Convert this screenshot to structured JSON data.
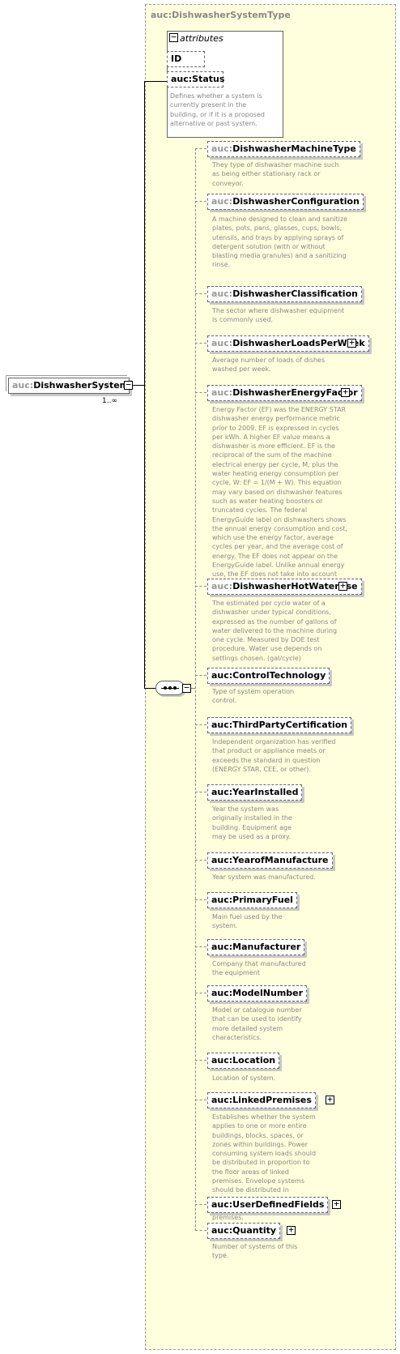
{
  "type_title": "auc:DishwasherSystemType",
  "root": {
    "prefix": "auc:",
    "name": "DishwasherSystem",
    "cardinality": "1..∞"
  },
  "attributes": {
    "title": "attributes",
    "items": [
      {
        "name": "ID"
      },
      {
        "name": "auc:Status",
        "desc": "Defines whether a system is currently present in the building, or if it is a proposed alternative or past system."
      }
    ]
  },
  "toggle_minus": "−",
  "toggle_plus": "+",
  "sequence": [
    {
      "prefix": "auc:",
      "name": "DishwasherMachineType",
      "desc": "They type of dishwasher machine such as being either stationary rack or conveyor."
    },
    {
      "prefix": "auc:",
      "name": "DishwasherConfiguration",
      "desc": "A machine designed to clean and sanitize plates, pots, pans, glasses, cups, bowls, utensils, and trays by applying sprays of detergent solution (with or without blasting media granules) and a sanitizing rinse."
    },
    {
      "prefix": "auc:",
      "name": "DishwasherClassification",
      "desc": "The sector where dishwasher equipment is commonly used."
    },
    {
      "prefix": "auc:",
      "name": "DishwasherLoadsPerWeek",
      "desc": "Average number of loads of dishes washed per week."
    },
    {
      "prefix": "auc:",
      "name": "DishwasherEnergyFactor",
      "desc": "Energy Factor (EF) was the ENERGY STAR dishwasher energy performance metric prior to 2009. EF is expressed in cycles per kWh. A higher EF value means a dishwasher is more efficient. EF is the reciprocal of the sum of the machine electrical energy per cycle, M, plus the water heating energy consumption per cycle, W: EF = 1/(M + W). This equation may vary based on dishwasher features such as water heating boosters or truncated cycles. The federal EnergyGuide label on dishwashers shows the annual energy consumption and cost, which use the energy factor, average cycles per year, and the average cost of energy. The EF does not appear on the EnergyGuide label. Unlike annual energy use, the EF does not take into account the estimated annual energy use in standby mode. (cycles/kWh)"
    },
    {
      "prefix": "auc:",
      "name": "DishwasherHotWaterUse",
      "desc": "The estimated per cycle water of a dishwasher under typical conditions, expressed as the number of gallons of water delivered to the machine during one cycle. Measured by DOE test procedure. Water use depends on settings chosen. (gal/cycle)"
    },
    {
      "prefix": "",
      "name": "auc:ControlTechnology",
      "desc": "Type of system operation control."
    },
    {
      "prefix": "",
      "name": "auc:ThirdPartyCertification",
      "desc": "Independent organization has verified that product or appliance meets or exceeds the standard in question (ENERGY STAR, CEE, or other)."
    },
    {
      "prefix": "",
      "name": "auc:YearInstalled",
      "desc": "Year the system was originally installed in the building. Equipment age may be used as a proxy."
    },
    {
      "prefix": "",
      "name": "auc:YearofManufacture",
      "desc": "Year system was manufactured."
    },
    {
      "prefix": "",
      "name": "auc:PrimaryFuel",
      "desc": "Main fuel used by the system."
    },
    {
      "prefix": "",
      "name": "auc:Manufacturer",
      "desc": "Company that manufactured the equipment"
    },
    {
      "prefix": "",
      "name": "auc:ModelNumber",
      "desc": "Model or catalogue number that can be used to identify more detailed system characteristics."
    },
    {
      "prefix": "",
      "name": "auc:Location",
      "desc": "Location of system."
    },
    {
      "prefix": "",
      "name": "auc:LinkedPremises",
      "desc": "Establishes whether the system applies to one or more entire buildings, blocks, spaces, or zones within buildings. Power consuming system loads should be distributed in proportion to the floor areas of linked premises. Envelope systems should be distributed in proportion to the exterior surface areas of linked premises."
    },
    {
      "prefix": "",
      "name": "auc:UserDefinedFields",
      "desc": ""
    },
    {
      "prefix": "",
      "name": "auc:Quantity",
      "desc": "Number of systems of this type."
    }
  ]
}
